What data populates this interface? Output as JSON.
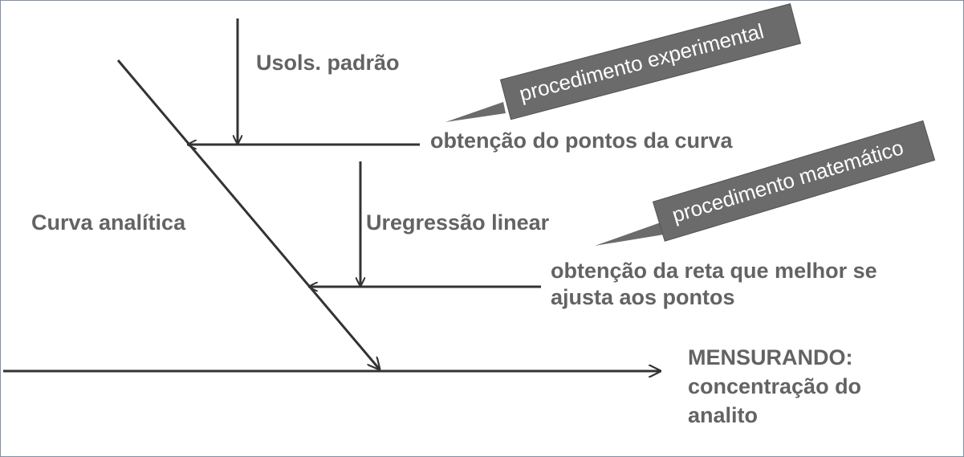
{
  "diagram": {
    "effect": {
      "label_line1": "MENSURANDO:",
      "label_line2": "concentração do",
      "label_line3": "analito"
    },
    "main_bone": {
      "label": "Curva analítica"
    },
    "upper_branch": {
      "label": "obtenção do pontos da curva",
      "cause": "Usols. padrão",
      "tag": "procedimento experimental"
    },
    "lower_branch": {
      "label_line1": "obtenção da reta que melhor se",
      "label_line2": "ajusta aos pontos",
      "cause": "Uregressão linear",
      "tag": "procedimento  matemático"
    },
    "colors": {
      "line": "#333333",
      "text": "#636363",
      "tag_fill": "#6b6b6b",
      "tag_text": "#ffffff",
      "frame": "#7f8fa6"
    }
  }
}
